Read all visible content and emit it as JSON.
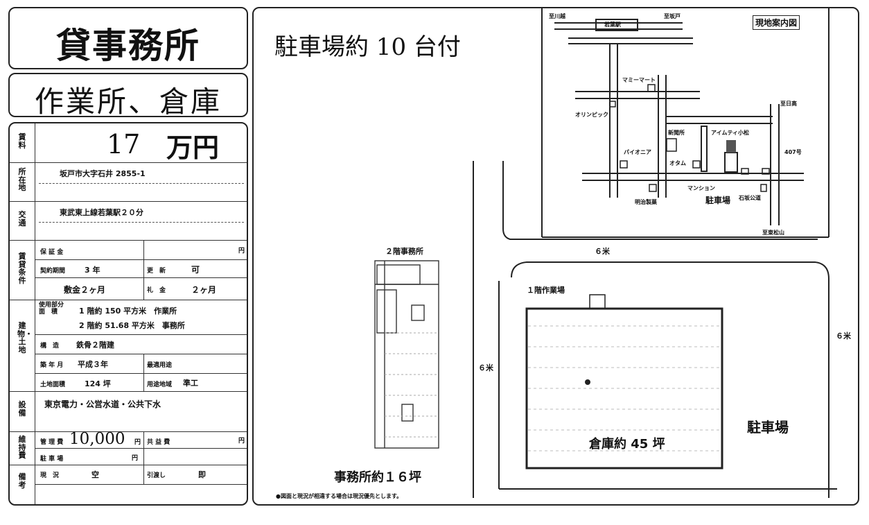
{
  "header": {
    "title": "貸事務所",
    "subtitle": "作業所、倉庫"
  },
  "table": {
    "rent_label": "賃料",
    "rent_value": "17",
    "rent_unit": "万円",
    "location_label": "所在地",
    "location_value": "坂戸市大字石井 2855-1",
    "transport_label": "交通",
    "transport_value": "東武東上線若葉駅２０分",
    "terms_label": "賃貸条件",
    "deposit_label": "保 証 金",
    "deposit_unit": "円",
    "period_label": "契約期間",
    "period_value": "3 年",
    "renewal_label": "更　新",
    "renewal_value": "可",
    "shikikin_value": "敷金２ヶ月",
    "reikin_label": "礼　金",
    "reikin_value": "２ヶ月",
    "building_label": "建物・土地",
    "area_label": "使用部分面　積",
    "area_line1": "1 階約 150 平方米　作業所",
    "area_line2": "2 階約 51.68 平方米　事務所",
    "structure_label": "構　造",
    "structure_value": "鉄骨２階建",
    "built_label": "築 年 月",
    "built_value": "平成３年",
    "use_label": "最適用途",
    "land_label": "土地面積",
    "land_value": "124 坪",
    "zone_label": "用途地域",
    "zone_value": "準工",
    "facility_label": "設備",
    "facility_value": "東京電力・公営水道・公共下水",
    "maint_label": "維持費",
    "mgmt_label": "管 理 費",
    "mgmt_value": "10,000",
    "mgmt_unit": "円",
    "common_label": "共 益 費",
    "common_unit": "円",
    "parking_label": "駐 車 場",
    "parking_unit": "円",
    "remarks_label": "備考",
    "status_label": "現　況",
    "status_value": "空",
    "handover_label": "引渡し",
    "handover_value": "即"
  },
  "right": {
    "parking_header": "駐車場約 10 台付",
    "map_title": "現地案内図",
    "map_labels": {
      "top_left": "至川越",
      "top_right": "至坂戸",
      "station": "若葉駅",
      "mini_mart": "マミーマート",
      "olympic": "オリンピック",
      "pioneer": "パイオニア",
      "shinkin": "新聞所",
      "adachi": "アイムティ小松",
      "otamu": "オタム",
      "mansion": "マンション",
      "parking": "駐車場",
      "route407": "407号",
      "to_higashi": "至日高",
      "shokubai": "明治製菓",
      "ishiga": "石坂公道",
      "to_bottom": "至東松山"
    },
    "floor2_label": "２階事務所",
    "office_area": "事務所約１６坪",
    "floor1_label": "１階作業場",
    "warehouse_area": "倉庫約 45 坪",
    "parking_lot": "駐車場",
    "road_top": "６米",
    "road_left": "６米",
    "road_right": "６米",
    "footnote": "●図面と現況が相違する場合は現況優先とします。"
  }
}
